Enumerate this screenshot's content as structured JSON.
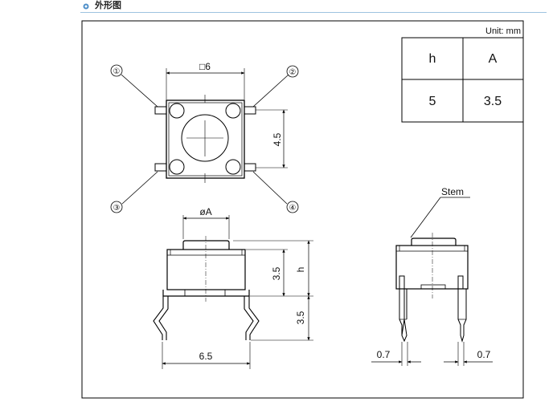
{
  "header": {
    "title": "外形图"
  },
  "unit_label": "Unit: mm",
  "spec_table": {
    "headers": [
      "h",
      "A"
    ],
    "values": [
      "5",
      "3.5"
    ]
  },
  "pin_numbers": [
    "①",
    "②",
    "③",
    "④"
  ],
  "top_view": {
    "width_dim": "□6",
    "pitch_dim": "4.5"
  },
  "front_view": {
    "diameter_dim": "øA",
    "stem_height_dim": "3.5",
    "total_height_dim": "h",
    "lead_dim": "3.5",
    "width_dim": "6.5"
  },
  "side_view": {
    "stem_label": "Stem",
    "pin_left_dim": "0.7",
    "pin_right_dim": "0.7"
  }
}
